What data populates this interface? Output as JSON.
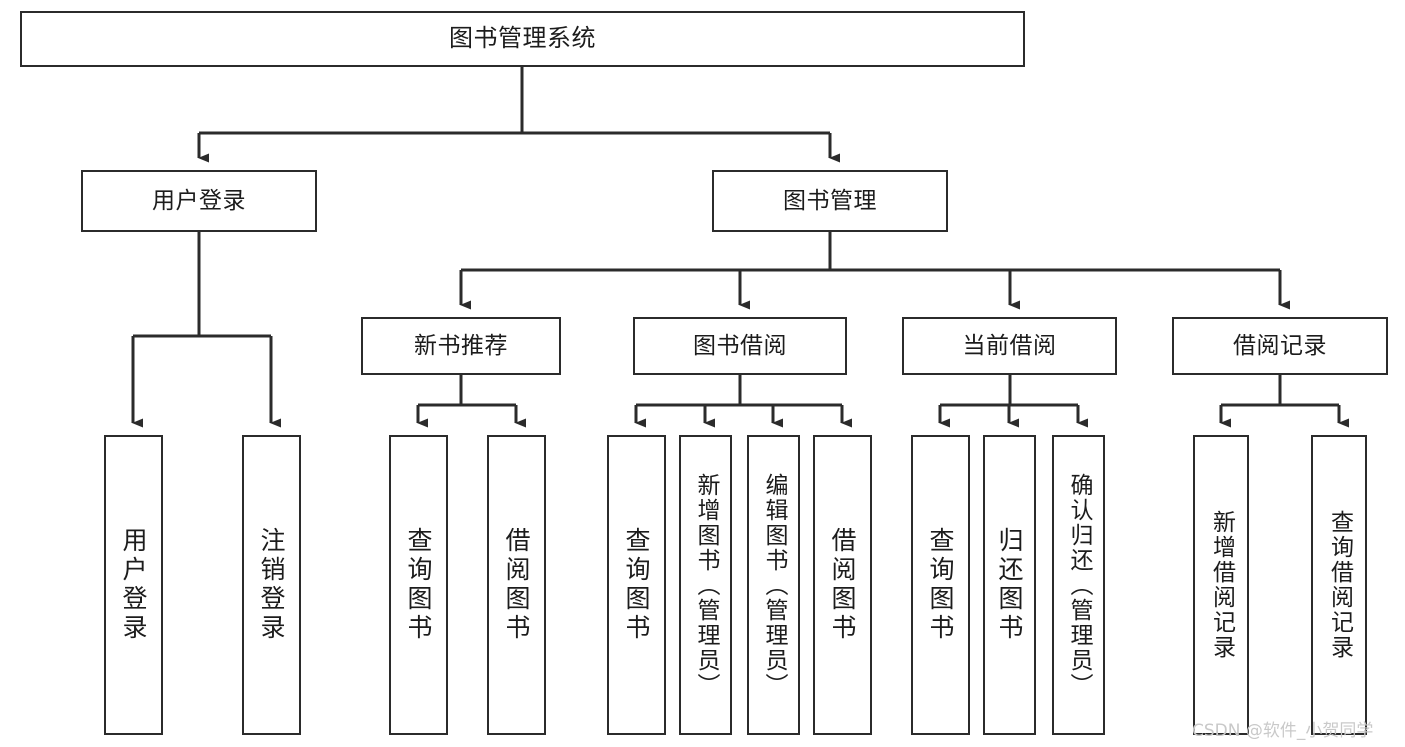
{
  "diagram": {
    "title": "图书管理系统",
    "type": "tree",
    "orientation": "top-down",
    "colors": {
      "node_border": "#2b2b2b",
      "node_fill": "#ffffff",
      "edge": "#2b2b2b",
      "text": "#1c1c1c",
      "watermark": "#c9c9c9",
      "background": "#ffffff"
    },
    "root": {
      "label": "图书管理系统"
    },
    "level2": [
      {
        "label": "用户登录"
      },
      {
        "label": "图书管理"
      }
    ],
    "level3": [
      {
        "label": "新书推荐"
      },
      {
        "label": "图书借阅"
      },
      {
        "label": "当前借阅"
      },
      {
        "label": "借阅记录"
      }
    ],
    "leaves": {
      "user_login": [
        {
          "label": "用户登录"
        },
        {
          "label": "注销登录"
        }
      ],
      "new_book_recommend": [
        {
          "label": "查询图书"
        },
        {
          "label": "借阅图书"
        }
      ],
      "book_borrow": [
        {
          "label": "查询图书"
        },
        {
          "label": "新增图书（管理员）"
        },
        {
          "label": "编辑图书（管理员）"
        },
        {
          "label": "借阅图书"
        }
      ],
      "current_borrow": [
        {
          "label": "查询图书"
        },
        {
          "label": "归还图书"
        },
        {
          "label": "确认归还（管理员）"
        }
      ],
      "borrow_record": [
        {
          "label": "新增借阅记录"
        },
        {
          "label": "查询借阅记录"
        }
      ]
    }
  },
  "watermark": {
    "text": "CSDN @软件_小贺同学"
  }
}
